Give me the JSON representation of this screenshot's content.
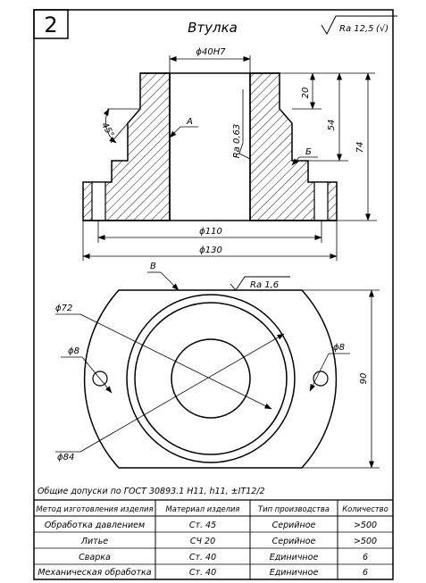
{
  "sheet_number": "2",
  "title": "Втулка",
  "roughness_general": {
    "value": "Ra 12,5",
    "paren": "(√)"
  },
  "top_view": {
    "bore_dim": "ϕ40H7",
    "dim_20": "20",
    "dim_54": "54",
    "dim_74": "74",
    "angle": "45°",
    "label_a": "А",
    "label_b": "Б",
    "bore_roughness": "Ra 0,63",
    "dim_110": "ϕ110",
    "dim_130": "ϕ130"
  },
  "plan_view": {
    "label_v": "В",
    "roughness": "Ra 1,6",
    "dim_72": "ϕ72",
    "dim_8_left": "ϕ8",
    "dim_8_right": "ϕ8",
    "dim_84": "ϕ84",
    "dim_90": "90"
  },
  "notes": "Общие допуски по ГОСТ 30893.1 H11, h11, ±IT12/2",
  "table": {
    "headers": [
      "Метод изготовления изделия",
      "Материал изделия",
      "Тип производства",
      "Количество"
    ],
    "rows": [
      [
        "Обработка давлением",
        "Ст. 45",
        "Серийное",
        ">500"
      ],
      [
        "Литье",
        "СЧ 20",
        "Серийное",
        ">500"
      ],
      [
        "Сварка",
        "Ст. 40",
        "Единичное",
        "6"
      ],
      [
        "Механическая обработка",
        "Ст. 40",
        "Единичное",
        "6"
      ]
    ]
  }
}
